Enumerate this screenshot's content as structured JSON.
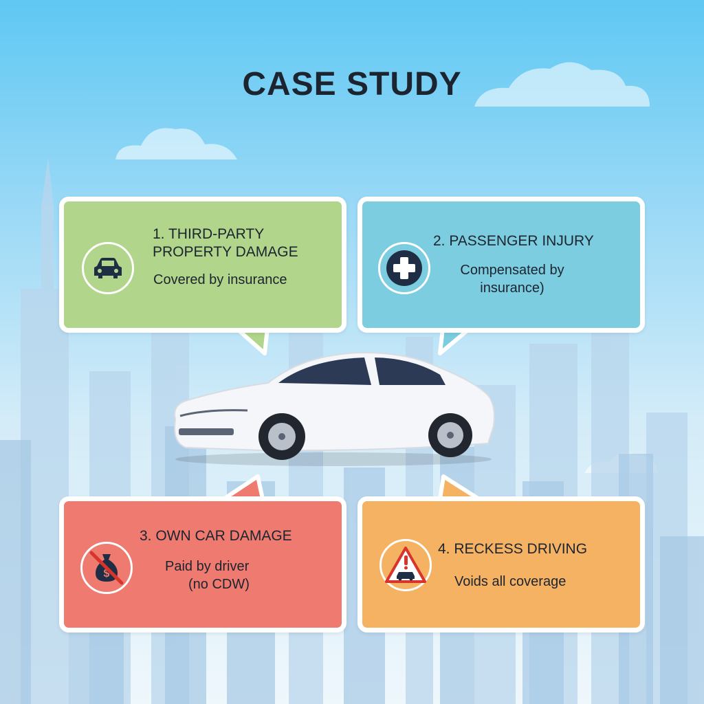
{
  "title": "CASE STUDY",
  "cards": [
    {
      "heading_line1": "1. THIRD-PARTY",
      "heading_line2": "PROPERTY DAMAGE",
      "body": "Covered by insurance",
      "icon": "car-icon",
      "color": "#b1d58a"
    },
    {
      "heading": "2. PASSENGER INJURY",
      "body_line1": "Compensated by",
      "body_line2": "insurance)",
      "icon": "medical-cross-icon",
      "color": "#7ccde0"
    },
    {
      "heading": "3. OWN CAR DAMAGE",
      "body_line1": "Paid by driver",
      "body_line2": "(no CDW)",
      "icon": "no-money-bag-icon",
      "color": "#ef7a6f"
    },
    {
      "heading": "4. RECKESS DRIVING",
      "body": "Voids all coverage",
      "icon": "warning-car-icon",
      "color": "#f5b262"
    }
  ]
}
